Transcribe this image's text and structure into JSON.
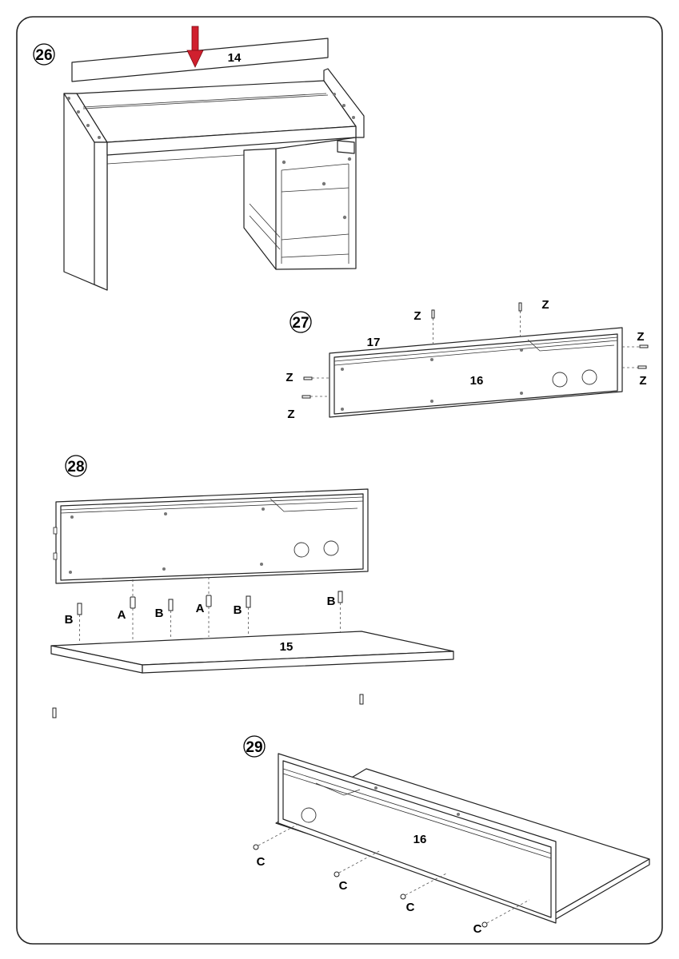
{
  "steps": [
    {
      "number": "26",
      "parts": [
        "14"
      ],
      "hardware": []
    },
    {
      "number": "27",
      "parts": [
        "17",
        "16"
      ],
      "hardware": [
        "Z",
        "Z",
        "Z",
        "Z",
        "Z",
        "Z"
      ]
    },
    {
      "number": "28",
      "parts": [
        "15"
      ],
      "hardware": [
        "B",
        "A",
        "B",
        "A",
        "B",
        "B"
      ]
    },
    {
      "number": "29",
      "parts": [
        "16"
      ],
      "hardware": [
        "C",
        "C",
        "C",
        "C"
      ]
    }
  ],
  "colors": {
    "arrow": "#d0202e",
    "line": "#222222",
    "border": "#222222"
  },
  "icons": [
    "down-arrow-icon",
    "screw-icon",
    "dowel-icon",
    "cam-bolt-icon",
    "cam-lock-icon"
  ]
}
